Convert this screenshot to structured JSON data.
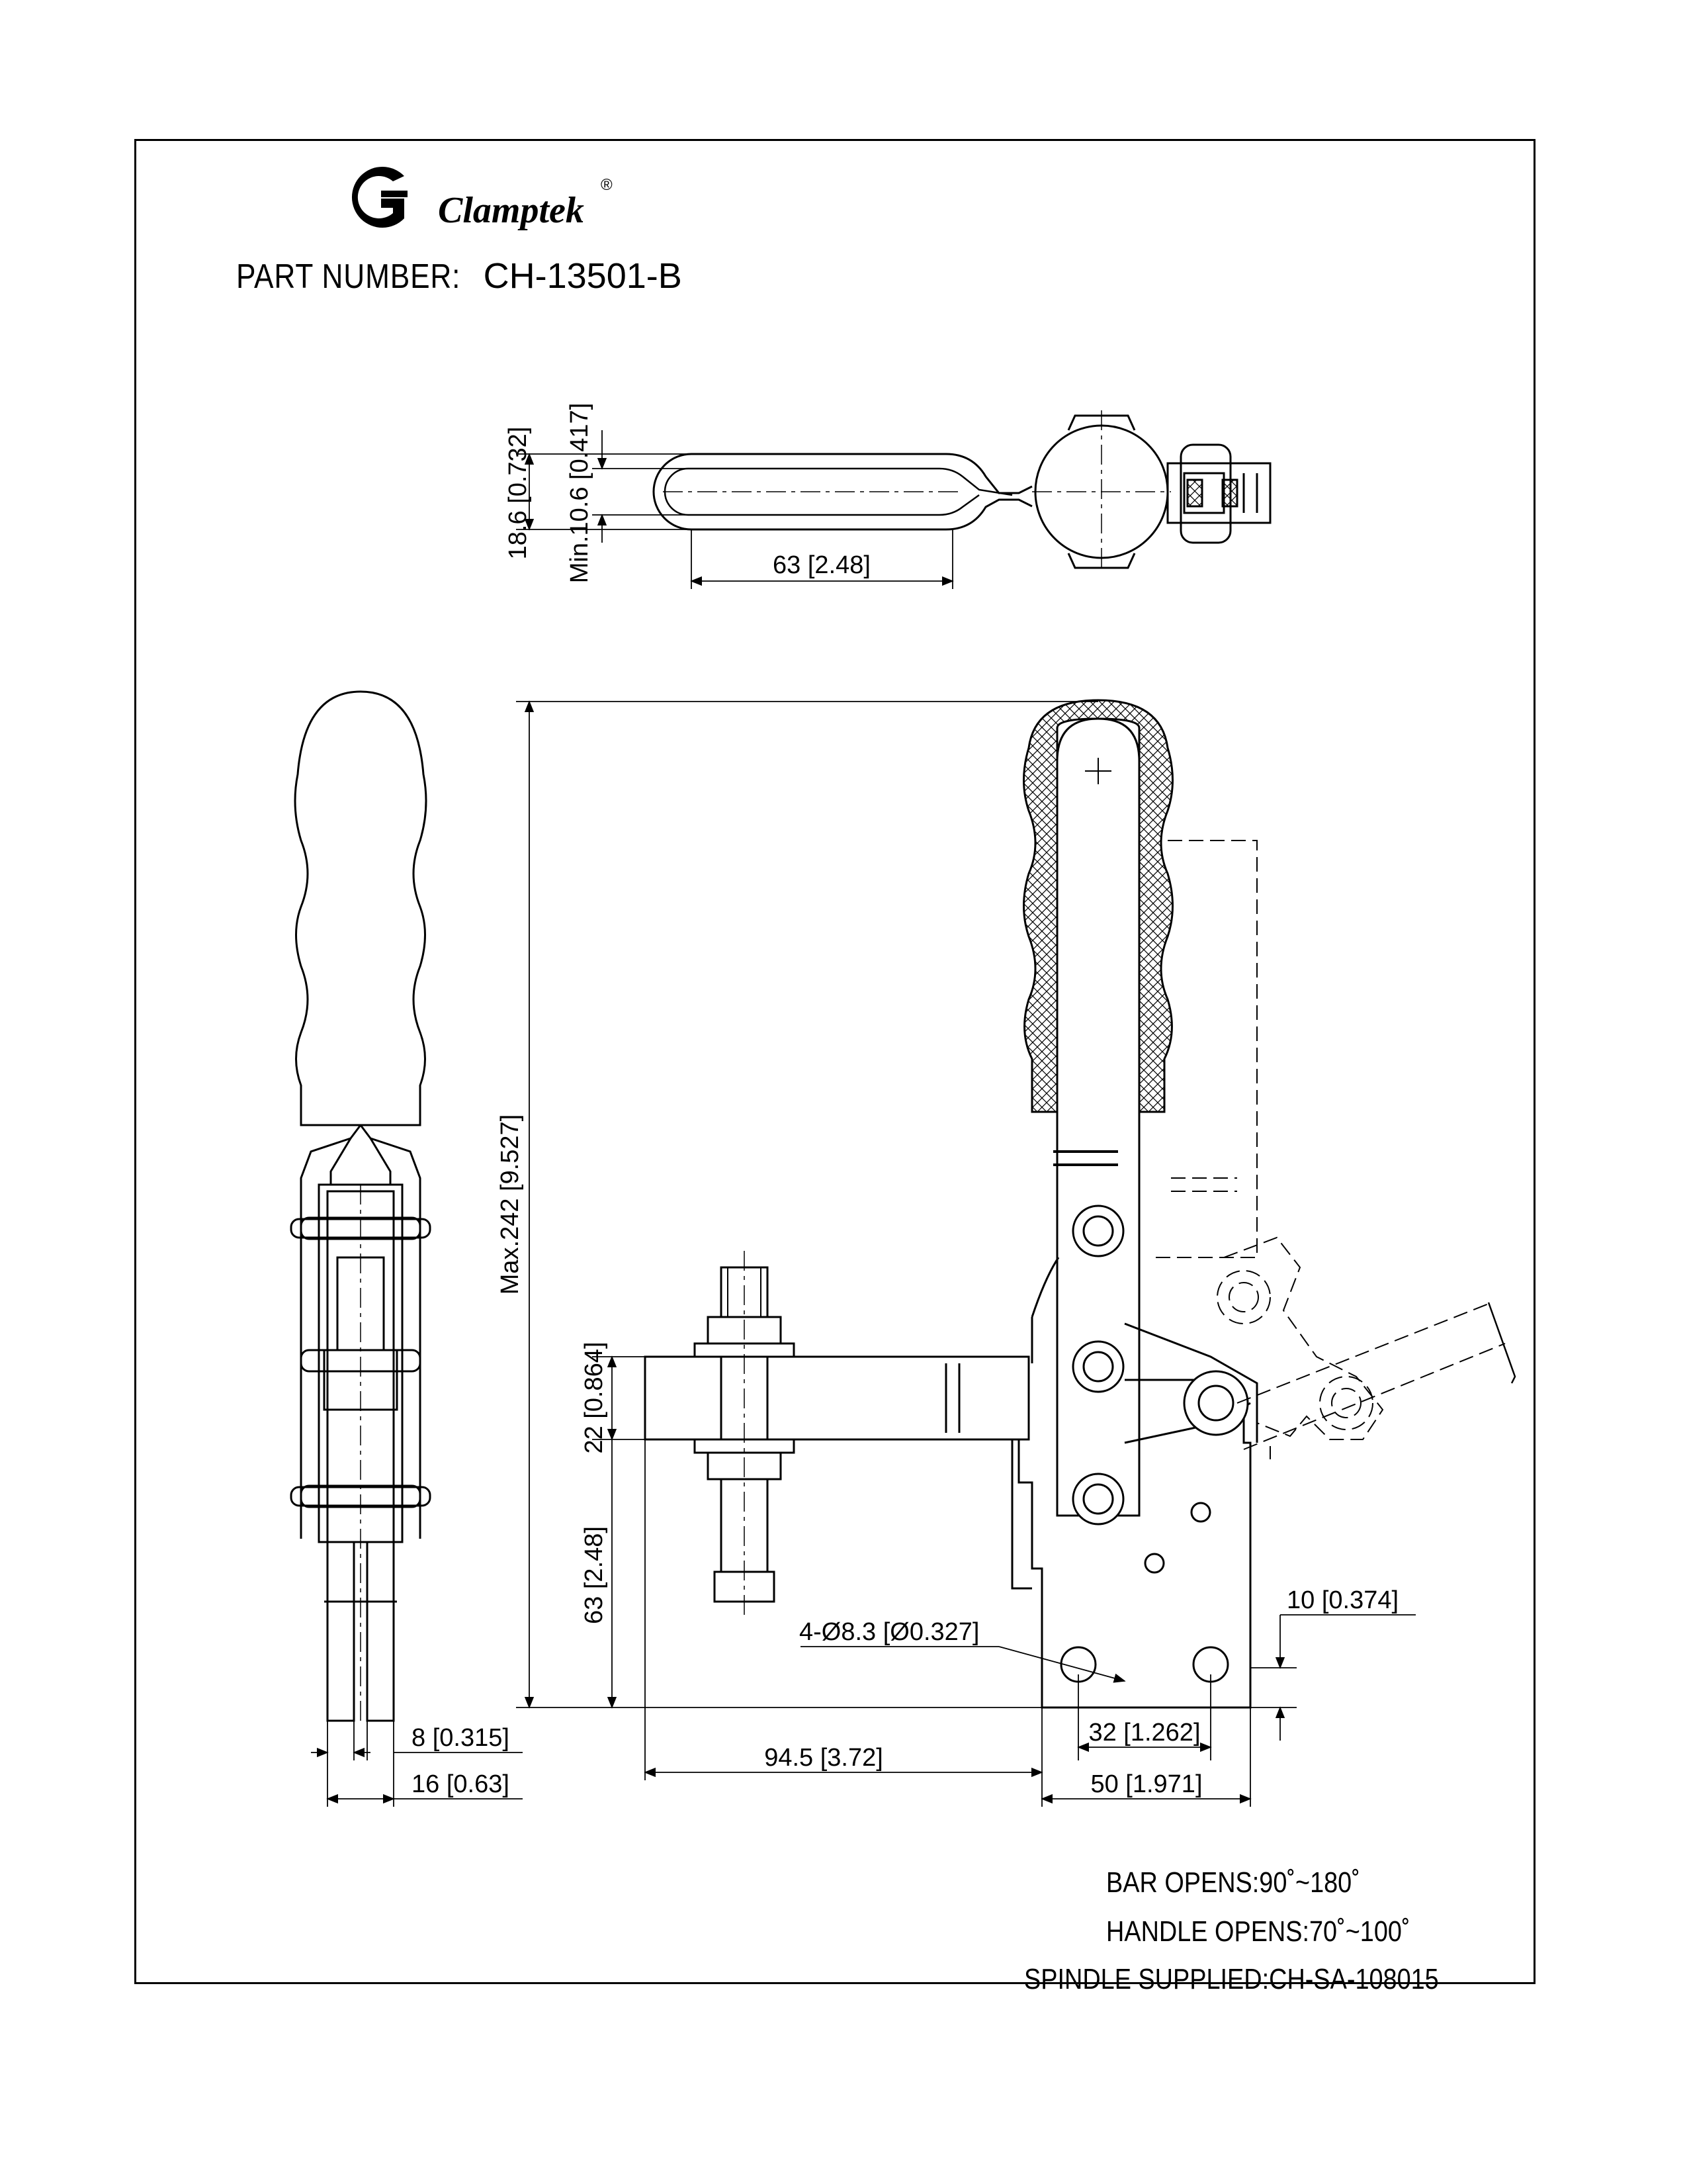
{
  "header": {
    "brand": "Clamptek",
    "registered_mark": "®",
    "part_number_label": "PART NUMBER:",
    "part_number": "CH-13501-B"
  },
  "dimensions": {
    "top_slot_outer": "18.6 [0.732]",
    "top_slot_min": "Min.10.6 [0.417]",
    "top_slot_length": "63 [2.48]",
    "overall_height": "Max.242 [9.527]",
    "bar_height": "22 [0.864]",
    "bar_elevation": "63 [2.48]",
    "holes": "4-Ø8.3 [Ø0.327]",
    "base_thickness": "10 [0.374]",
    "hole_spacing": "32 [1.262]",
    "bar_reach": "94.5 [3.72]",
    "base_width": "50 [1.971]",
    "side_inner_width": "8 [0.315]",
    "side_outer_width": "16 [0.63]"
  },
  "notes": {
    "bar_opens": "BAR OPENS:90˚~180˚",
    "handle_opens": "HANDLE OPENS:70˚~100˚",
    "spindle": "SPINDLE SUPPLIED:CH-SA-108015"
  },
  "colors": {
    "ink": "#000000",
    "paper": "#ffffff"
  }
}
